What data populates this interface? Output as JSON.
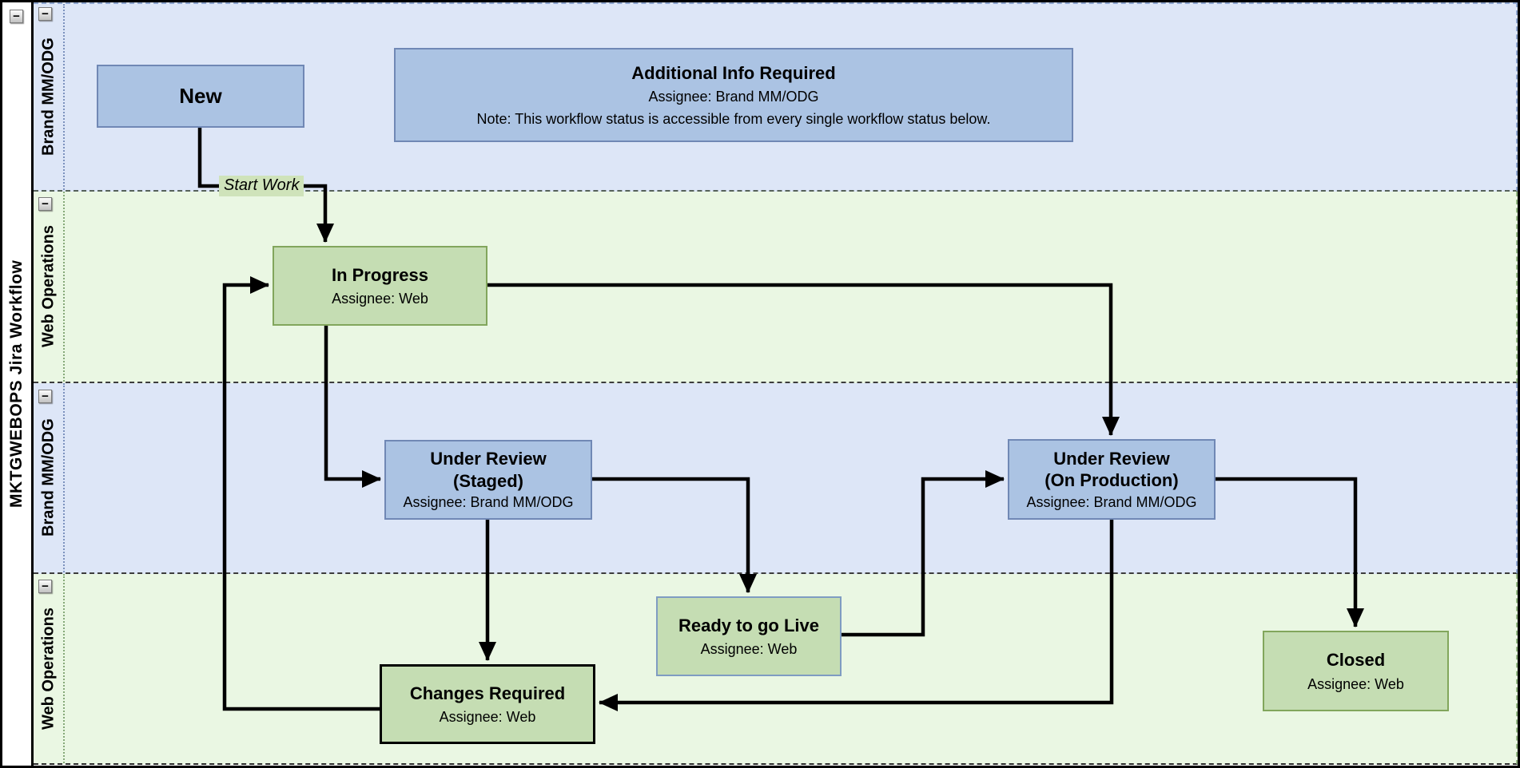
{
  "diagram": {
    "title": "MKTGWEBOPS Jira Workflow"
  },
  "lanes": [
    {
      "label": "Brand MM/ODG"
    },
    {
      "label": "Web Operations"
    },
    {
      "label": "Brand MM/ODG"
    },
    {
      "label": "Web Operations"
    }
  ],
  "nodes": {
    "new": {
      "title": "New"
    },
    "additional_info": {
      "title": "Additional Info Required",
      "assignee": "Assignee: Brand MM/ODG",
      "note": "Note: This workflow status is accessible from every single workflow status below."
    },
    "in_progress": {
      "title": "In Progress",
      "assignee": "Assignee: Web"
    },
    "under_review_staged": {
      "title1": "Under Review",
      "title2": "(Staged)",
      "assignee": "Assignee: Brand MM/ODG"
    },
    "under_review_production": {
      "title1": "Under Review",
      "title2": "(On Production)",
      "assignee": "Assignee: Brand MM/ODG"
    },
    "ready_to_go_live": {
      "title": "Ready to go Live",
      "assignee": "Assignee: Web"
    },
    "changes_required": {
      "title": "Changes Required",
      "assignee": "Assignee: Web"
    },
    "closed": {
      "title": "Closed",
      "assignee": "Assignee: Web"
    }
  },
  "edge_labels": {
    "start_work": "Start Work"
  },
  "icons": {
    "collapse_minus": "−"
  },
  "colors": {
    "lane_blue": "#dde6f7",
    "lane_green": "#eaf7e3",
    "node_blue_fill": "#abc3e3",
    "node_blue_border": "#7088b5",
    "node_green_fill": "#c5ddb3",
    "node_green_border": "#82a65c",
    "ready_node_border": "#7f9cc2",
    "changes_node_border": "#000000",
    "edge_color": "#000000",
    "start_work_bg": "#cfe3ba"
  }
}
